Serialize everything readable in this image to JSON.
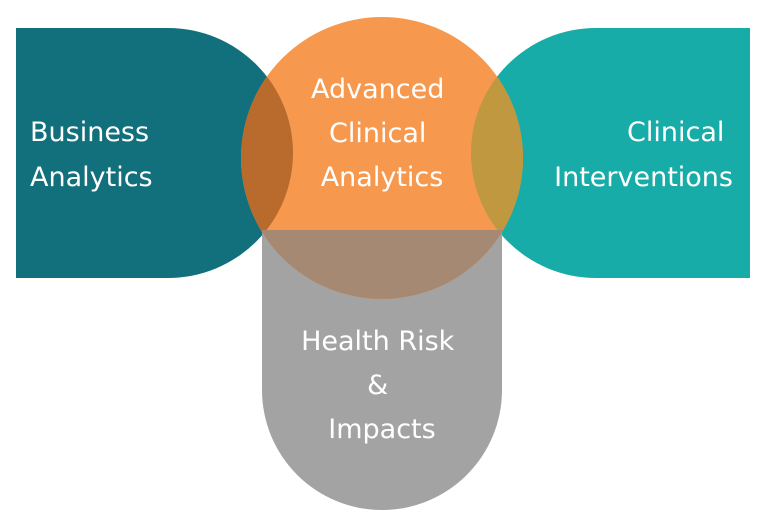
{
  "diagram": {
    "colors": {
      "business": "#126f7c",
      "interventions": "#17aca7",
      "health": "#a3a3a3",
      "advanced": "#f6994f",
      "overlap_left": "#b86b2d",
      "overlap_right": "#bf9840",
      "overlap_bottom": "#a68972",
      "text": "#ffffff"
    },
    "shapes": {
      "business": {
        "lines": [
          "Business",
          "Analytics"
        ]
      },
      "advanced": {
        "lines": [
          "Advanced",
          "Clinical",
          "Analytics"
        ]
      },
      "interventions": {
        "lines": [
          "Clinical",
          "Interventions"
        ]
      },
      "health": {
        "lines": [
          "Health Risk",
          "&",
          "Impacts"
        ]
      }
    }
  }
}
